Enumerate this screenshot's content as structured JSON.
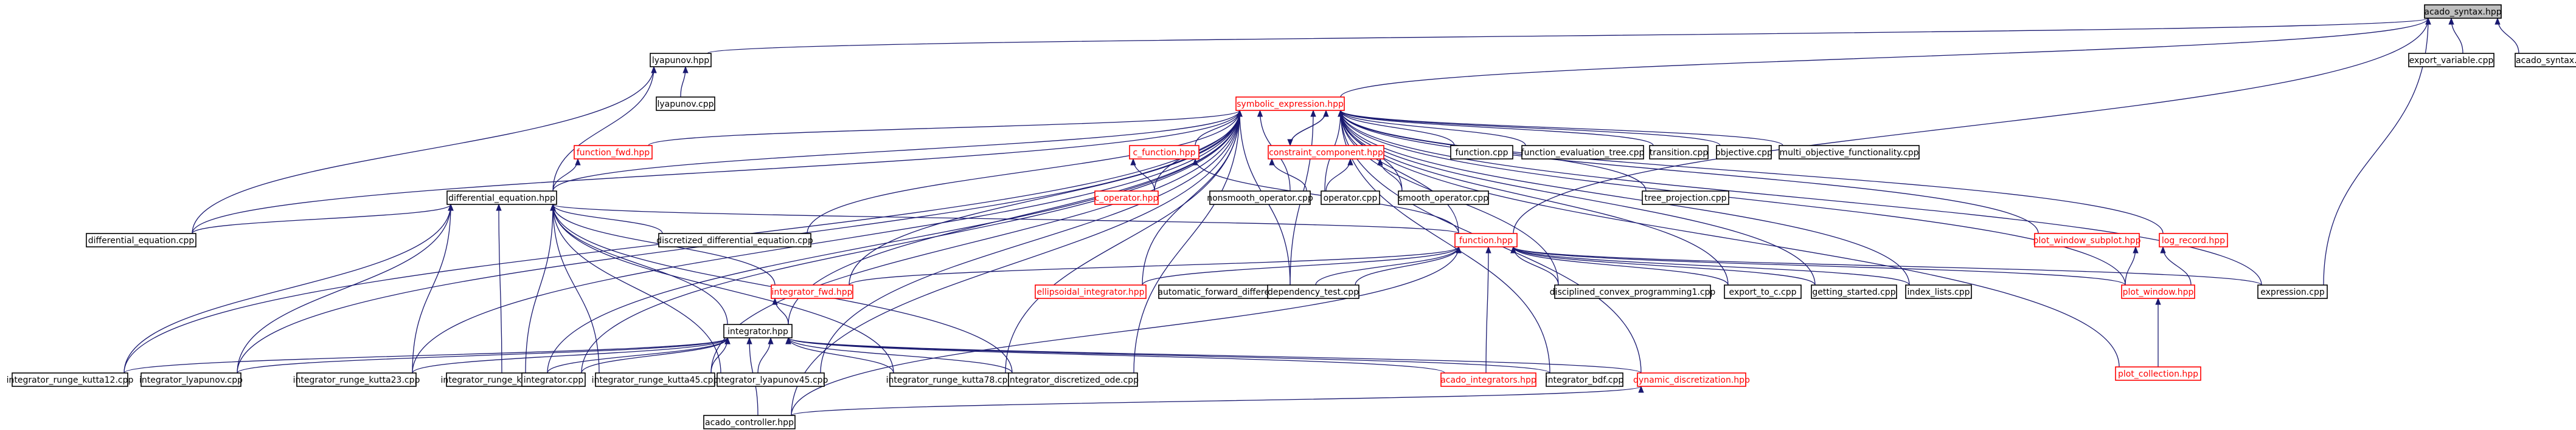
{
  "colors": {
    "edge": "#191970",
    "node_border": "#000000",
    "truncated_node_border": "#ff0000",
    "root_fill": "#bfbfbf",
    "background": "#ffffff"
  },
  "nodes": [
    {
      "id": "acado_syntax",
      "label": "acado_syntax.hpp",
      "kind": "root"
    },
    {
      "id": "lyapunov_hpp",
      "label": "lyapunov.hpp",
      "kind": "normal"
    },
    {
      "id": "export_variable",
      "label": "export_variable.cpp",
      "kind": "normal"
    },
    {
      "id": "acado_syntax_cpp",
      "label": "acado_syntax.cpp",
      "kind": "normal"
    },
    {
      "id": "lyapunov_cpp",
      "label": "lyapunov.cpp",
      "kind": "normal"
    },
    {
      "id": "symbolic_expression",
      "label": "symbolic_expression.hpp",
      "kind": "truncated"
    },
    {
      "id": "function_fwd",
      "label": "function_fwd.hpp",
      "kind": "truncated"
    },
    {
      "id": "c_function",
      "label": "c_function.hpp",
      "kind": "truncated"
    },
    {
      "id": "constraint_component",
      "label": "constraint_component.hpp",
      "kind": "truncated"
    },
    {
      "id": "function_cpp",
      "label": "function.cpp",
      "kind": "normal"
    },
    {
      "id": "function_evaluation_tree",
      "label": "function_evaluation_tree.cpp",
      "kind": "normal"
    },
    {
      "id": "transition",
      "label": "transition.cpp",
      "kind": "normal"
    },
    {
      "id": "objective",
      "label": "objective.cpp",
      "kind": "normal"
    },
    {
      "id": "multi_objective",
      "label": "multi_objective_functionality.cpp",
      "kind": "normal"
    },
    {
      "id": "c_operator",
      "label": "c_operator.hpp",
      "kind": "truncated"
    },
    {
      "id": "nonsmooth_operator",
      "label": "nonsmooth_operator.cpp",
      "kind": "normal"
    },
    {
      "id": "operator_cpp",
      "label": "operator.cpp",
      "kind": "normal"
    },
    {
      "id": "smooth_operator",
      "label": "smooth_operator.cpp",
      "kind": "normal"
    },
    {
      "id": "tree_projection",
      "label": "tree_projection.cpp",
      "kind": "normal"
    },
    {
      "id": "differential_equation_hpp",
      "label": "differential_equation.hpp",
      "kind": "normal"
    },
    {
      "id": "differential_equation_cpp",
      "label": "differential_equation.cpp",
      "kind": "normal"
    },
    {
      "id": "discretized_de",
      "label": "discretized_differential_equation.cpp",
      "kind": "normal"
    },
    {
      "id": "function_hpp",
      "label": "function.hpp",
      "kind": "truncated"
    },
    {
      "id": "plot_window_subplot",
      "label": "plot_window_subplot.hpp",
      "kind": "truncated"
    },
    {
      "id": "log_record",
      "label": "log_record.hpp",
      "kind": "truncated"
    },
    {
      "id": "integrator_fwd",
      "label": "integrator_fwd.hpp",
      "kind": "truncated"
    },
    {
      "id": "ellipsoidal_integrator",
      "label": "ellipsoidal_integrator.hpp",
      "kind": "truncated"
    },
    {
      "id": "automatic_fd",
      "label": "automatic_forward_differentiation.cpp",
      "kind": "normal"
    },
    {
      "id": "dependency_test",
      "label": "dependency_test.cpp",
      "kind": "normal"
    },
    {
      "id": "disciplined_convex",
      "label": "disciplined_convex_programming1.cpp",
      "kind": "normal"
    },
    {
      "id": "export_to_c",
      "label": "export_to_c.cpp",
      "kind": "normal"
    },
    {
      "id": "getting_started",
      "label": "getting_started.cpp",
      "kind": "normal"
    },
    {
      "id": "index_lists",
      "label": "index_lists.cpp",
      "kind": "normal"
    },
    {
      "id": "plot_window",
      "label": "plot_window.hpp",
      "kind": "truncated"
    },
    {
      "id": "expression_cpp",
      "label": "expression.cpp",
      "kind": "normal"
    },
    {
      "id": "integrator_hpp",
      "label": "integrator.hpp",
      "kind": "normal"
    },
    {
      "id": "plot_collection",
      "label": "plot_collection.hpp",
      "kind": "truncated"
    },
    {
      "id": "irk12",
      "label": "integrator_runge_kutta12.cpp",
      "kind": "normal"
    },
    {
      "id": "ilyap",
      "label": "integrator_lyapunov.cpp",
      "kind": "normal"
    },
    {
      "id": "irk23",
      "label": "integrator_runge_kutta23.cpp",
      "kind": "normal"
    },
    {
      "id": "irk",
      "label": "integrator_runge_kutta.cpp",
      "kind": "normal"
    },
    {
      "id": "integrator_cpp",
      "label": "integrator.cpp",
      "kind": "normal"
    },
    {
      "id": "irk45",
      "label": "integrator_runge_kutta45.cpp",
      "kind": "normal"
    },
    {
      "id": "ilyap45",
      "label": "integrator_lyapunov45.cpp",
      "kind": "normal"
    },
    {
      "id": "irk78",
      "label": "integrator_runge_kutta78.cpp",
      "kind": "normal"
    },
    {
      "id": "idode",
      "label": "integrator_discretized_ode.cpp",
      "kind": "normal"
    },
    {
      "id": "acado_integrators",
      "label": "acado_integrators.hpp",
      "kind": "truncated"
    },
    {
      "id": "integrator_bdf",
      "label": "integrator_bdf.cpp",
      "kind": "normal"
    },
    {
      "id": "dynamic_discretization",
      "label": "dynamic_discretization.hpp",
      "kind": "truncated"
    },
    {
      "id": "acado_controller",
      "label": "acado_controller.hpp",
      "kind": "normal"
    }
  ],
  "edges": [
    [
      "lyapunov_hpp",
      "acado_syntax"
    ],
    [
      "export_variable",
      "acado_syntax"
    ],
    [
      "acado_syntax_cpp",
      "acado_syntax"
    ],
    [
      "symbolic_expression",
      "acado_syntax"
    ],
    [
      "function_hpp",
      "acado_syntax"
    ],
    [
      "expression_cpp",
      "acado_syntax"
    ],
    [
      "lyapunov_cpp",
      "lyapunov_hpp"
    ],
    [
      "differential_equation_hpp",
      "lyapunov_hpp"
    ],
    [
      "differential_equation_cpp",
      "lyapunov_hpp"
    ],
    [
      "function_fwd",
      "symbolic_expression"
    ],
    [
      "c_function",
      "symbolic_expression"
    ],
    [
      "constraint_component",
      "symbolic_expression"
    ],
    [
      "function_cpp",
      "symbolic_expression"
    ],
    [
      "function_evaluation_tree",
      "symbolic_expression"
    ],
    [
      "transition",
      "symbolic_expression"
    ],
    [
      "objective",
      "symbolic_expression"
    ],
    [
      "multi_objective",
      "symbolic_expression"
    ],
    [
      "c_operator",
      "symbolic_expression"
    ],
    [
      "nonsmooth_operator",
      "symbolic_expression"
    ],
    [
      "operator_cpp",
      "symbolic_expression"
    ],
    [
      "smooth_operator",
      "symbolic_expression"
    ],
    [
      "tree_projection",
      "symbolic_expression"
    ],
    [
      "differential_equation_hpp",
      "symbolic_expression"
    ],
    [
      "differential_equation_cpp",
      "symbolic_expression"
    ],
    [
      "discretized_de",
      "symbolic_expression"
    ],
    [
      "function_hpp",
      "symbolic_expression"
    ],
    [
      "plot_window_subplot",
      "symbolic_expression"
    ],
    [
      "log_record",
      "symbolic_expression"
    ],
    [
      "integrator_fwd",
      "symbolic_expression"
    ],
    [
      "ellipsoidal_integrator",
      "symbolic_expression"
    ],
    [
      "automatic_fd",
      "symbolic_expression"
    ],
    [
      "dependency_test",
      "symbolic_expression"
    ],
    [
      "disciplined_convex",
      "symbolic_expression"
    ],
    [
      "export_to_c",
      "symbolic_expression"
    ],
    [
      "getting_started",
      "symbolic_expression"
    ],
    [
      "index_lists",
      "symbolic_expression"
    ],
    [
      "plot_window",
      "symbolic_expression"
    ],
    [
      "expression_cpp",
      "symbolic_expression"
    ],
    [
      "plot_collection",
      "symbolic_expression"
    ],
    [
      "integrator_hpp",
      "symbolic_expression"
    ],
    [
      "irk12",
      "symbolic_expression"
    ],
    [
      "ilyap",
      "symbolic_expression"
    ],
    [
      "irk23",
      "symbolic_expression"
    ],
    [
      "irk",
      "symbolic_expression"
    ],
    [
      "integrator_cpp",
      "symbolic_expression"
    ],
    [
      "irk45",
      "symbolic_expression"
    ],
    [
      "ilyap45",
      "symbolic_expression"
    ],
    [
      "irk78",
      "symbolic_expression"
    ],
    [
      "idode",
      "symbolic_expression"
    ],
    [
      "integrator_bdf",
      "symbolic_expression"
    ],
    [
      "dynamic_discretization",
      "symbolic_expression"
    ],
    [
      "acado_controller",
      "symbolic_expression"
    ],
    [
      "symbolic_expression",
      "constraint_component"
    ],
    [
      "differential_equation_hpp",
      "function_fwd"
    ],
    [
      "c_operator",
      "c_function"
    ],
    [
      "function_hpp",
      "c_function"
    ],
    [
      "nonsmooth_operator",
      "constraint_component"
    ],
    [
      "operator_cpp",
      "constraint_component"
    ],
    [
      "smooth_operator",
      "constraint_component"
    ],
    [
      "differential_equation_cpp",
      "differential_equation_hpp"
    ],
    [
      "discretized_de",
      "differential_equation_hpp"
    ],
    [
      "function_hpp",
      "differential_equation_hpp"
    ],
    [
      "integrator_fwd",
      "differential_equation_hpp"
    ],
    [
      "integrator_hpp",
      "differential_equation_hpp"
    ],
    [
      "irk12",
      "differential_equation_hpp"
    ],
    [
      "ilyap",
      "differential_equation_hpp"
    ],
    [
      "irk23",
      "differential_equation_hpp"
    ],
    [
      "irk",
      "differential_equation_hpp"
    ],
    [
      "integrator_cpp",
      "differential_equation_hpp"
    ],
    [
      "irk45",
      "differential_equation_hpp"
    ],
    [
      "ilyap45",
      "differential_equation_hpp"
    ],
    [
      "irk78",
      "differential_equation_hpp"
    ],
    [
      "idode",
      "differential_equation_hpp"
    ],
    [
      "ellipsoidal_integrator",
      "function_hpp"
    ],
    [
      "automatic_fd",
      "function_hpp"
    ],
    [
      "dependency_test",
      "function_hpp"
    ],
    [
      "disciplined_convex",
      "function_hpp"
    ],
    [
      "export_to_c",
      "function_hpp"
    ],
    [
      "getting_started",
      "function_hpp"
    ],
    [
      "index_lists",
      "function_hpp"
    ],
    [
      "plot_window",
      "function_hpp"
    ],
    [
      "expression_cpp",
      "function_hpp"
    ],
    [
      "integrator_fwd",
      "function_hpp"
    ],
    [
      "acado_integrators",
      "function_hpp"
    ],
    [
      "acado_controller",
      "function_hpp"
    ],
    [
      "plot_window",
      "plot_window_subplot"
    ],
    [
      "plot_window",
      "log_record"
    ],
    [
      "plot_collection",
      "plot_window"
    ],
    [
      "integrator_hpp",
      "integrator_fwd"
    ],
    [
      "irk12",
      "integrator_hpp"
    ],
    [
      "ilyap",
      "integrator_hpp"
    ],
    [
      "irk23",
      "integrator_hpp"
    ],
    [
      "irk",
      "integrator_hpp"
    ],
    [
      "integrator_cpp",
      "integrator_hpp"
    ],
    [
      "irk45",
      "integrator_hpp"
    ],
    [
      "ilyap45",
      "integrator_hpp"
    ],
    [
      "irk78",
      "integrator_hpp"
    ],
    [
      "idode",
      "integrator_hpp"
    ],
    [
      "acado_integrators",
      "integrator_hpp"
    ],
    [
      "integrator_bdf",
      "integrator_hpp"
    ],
    [
      "dynamic_discretization",
      "integrator_hpp"
    ],
    [
      "acado_controller",
      "integrator_hpp"
    ],
    [
      "acado_controller",
      "dynamic_discretization"
    ]
  ]
}
